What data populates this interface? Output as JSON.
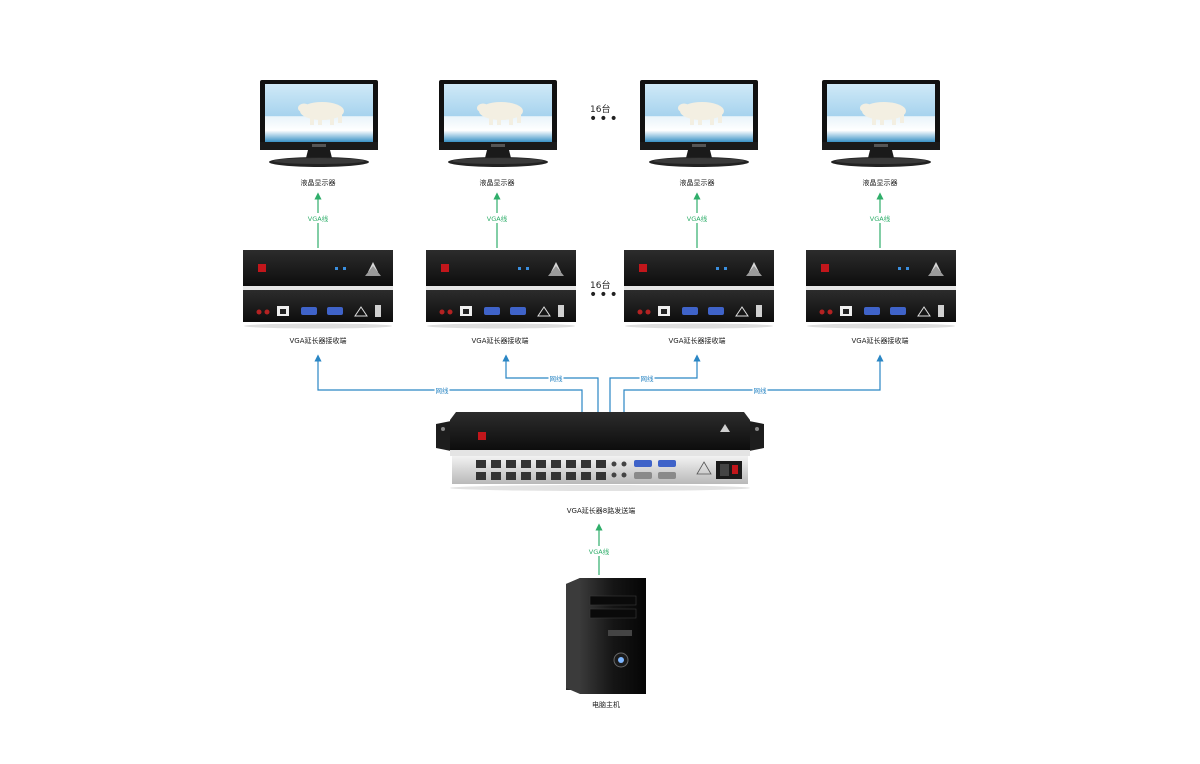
{
  "monitors": [
    {
      "label": "液晶显示器"
    },
    {
      "label": "液晶显示器"
    },
    {
      "label": "液晶显示器"
    },
    {
      "label": "液晶显示器"
    }
  ],
  "receivers": [
    {
      "label": "VGA延长器接收端"
    },
    {
      "label": "VGA延长器接收端"
    },
    {
      "label": "VGA延长器接收端"
    },
    {
      "label": "VGA延长器接收端"
    }
  ],
  "monitor_cable_label": "VGA线",
  "network_cable_label": "网线",
  "host_cable_label": "VGA线",
  "monitor_count_label": "16台",
  "receiver_count_label": "16台",
  "transmitter_label": "VGA延长器8路发送端",
  "computer_label": "电脑主机",
  "colors": {
    "vga_line": "#2fae6a",
    "network_line": "#2a86c4"
  }
}
